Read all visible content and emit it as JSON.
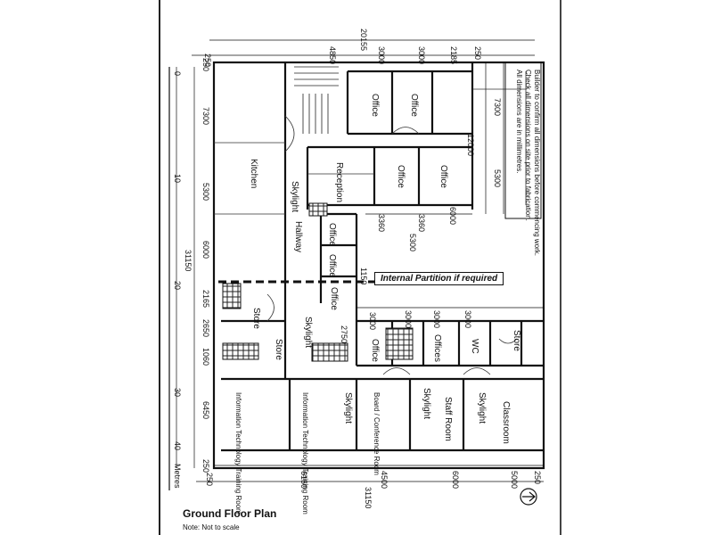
{
  "title": "Ground Floor Plan",
  "subtitle": "Note: Not to scale",
  "partition_label": "Internal Partition if required",
  "notes": [
    "All dimensions are in millimetres.",
    "Check all dimensions on site prior to fabrication.",
    "Builder to confirm all dimensions before commencing work."
  ],
  "rooms": {
    "office_a": "Office",
    "office_b": "Office",
    "office_c": "Office",
    "office_d": "Office",
    "office_e": "Office",
    "office_f": "Office",
    "office_g": "Office",
    "office_h": "Office",
    "offices": "Offices",
    "reception": "Reception",
    "kitchen": "Kitchen",
    "store_a": "Store",
    "store_b": "Store",
    "store_c": "Store",
    "hallway": "Hallway",
    "skylight_a": "Skylight",
    "skylight_b": "Skylight",
    "skylight_c": "Skylight",
    "skylight_d": "Skylight",
    "skylight_e": "Skylight",
    "training_a": "Information Technology Training Room",
    "training_b": "Information Technology Training Room",
    "conference": "Board / Conference Room",
    "staff_room": "Staff Room",
    "classroom": "Classroom",
    "wc": "WC"
  },
  "dimensions": {
    "top": [
      "250",
      "4850",
      "3000",
      "3000",
      "2185",
      "250"
    ],
    "overall_top": "20155",
    "right_a": "7300",
    "right_b": "12000",
    "right_c": "5300",
    "right_d": "6000",
    "mid": [
      "3360",
      "3360",
      "5300",
      "3000",
      "3000",
      "3000",
      "3000",
      "2750",
      "1150"
    ],
    "left": [
      "250",
      "7300",
      "5300",
      "6000",
      "2165",
      "2650",
      "1060",
      "6450",
      "250"
    ],
    "overall_left": "31150",
    "bottom": [
      "250",
      "6150",
      "4500",
      "6000",
      "5000",
      "250"
    ],
    "overall_bottom": "31150"
  },
  "scale": [
    "0",
    "10",
    "20",
    "30",
    "40",
    "Metres"
  ]
}
